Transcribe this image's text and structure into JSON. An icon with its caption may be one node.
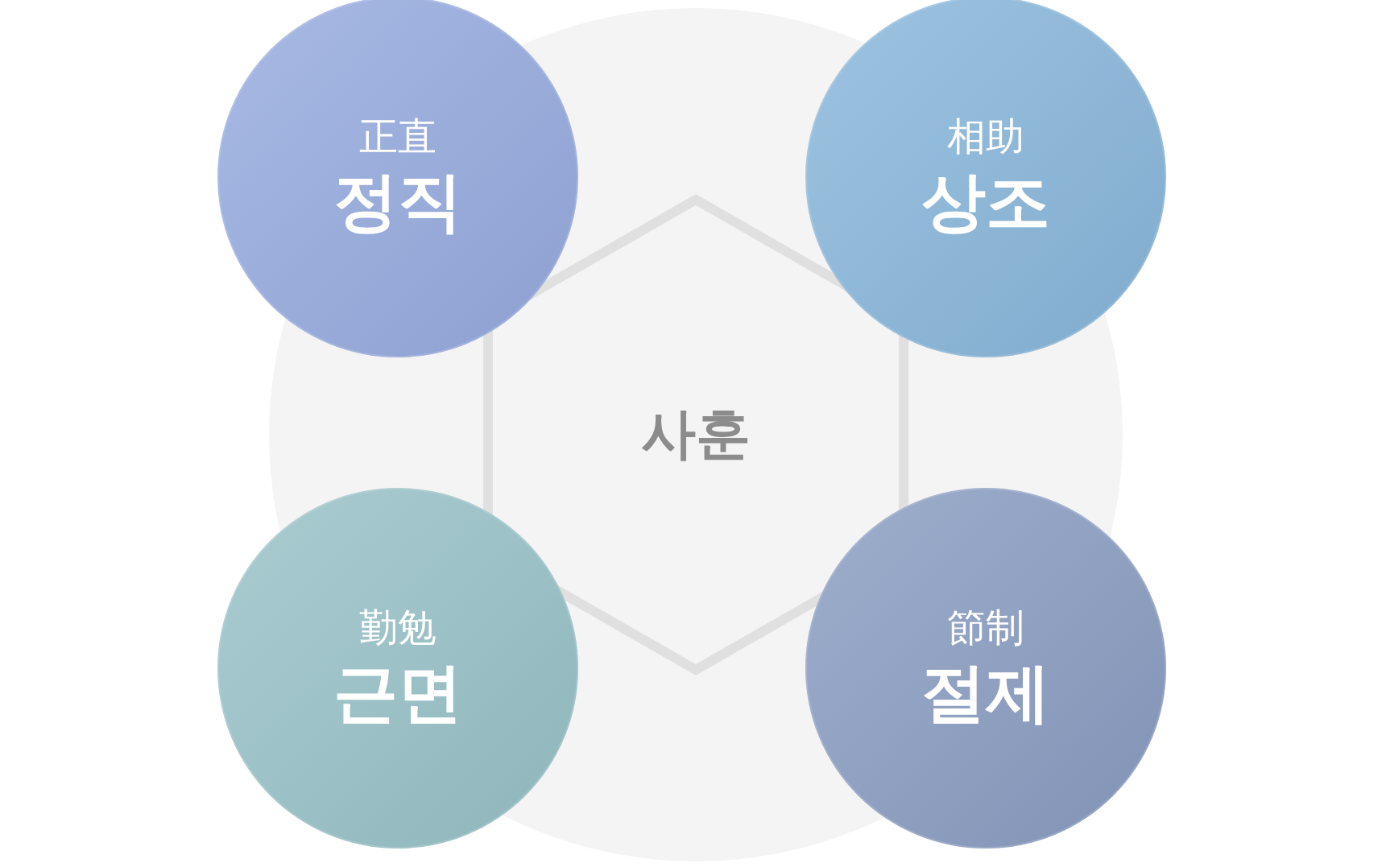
{
  "diagram": {
    "nodes": [
      {
        "text": [],
        "shape": "circle"
      },
      {
        "text": [
          "사훈"
        ],
        "in": 0
      },
      {
        "text": [
          "正直",
          "정직"
        ]
      },
      {
        "text": [
          "相助",
          "상조"
        ]
      },
      {
        "text": [
          "勤勉",
          "근면"
        ]
      },
      {
        "text": [
          "節制",
          "절제"
        ]
      }
    ]
  }
}
